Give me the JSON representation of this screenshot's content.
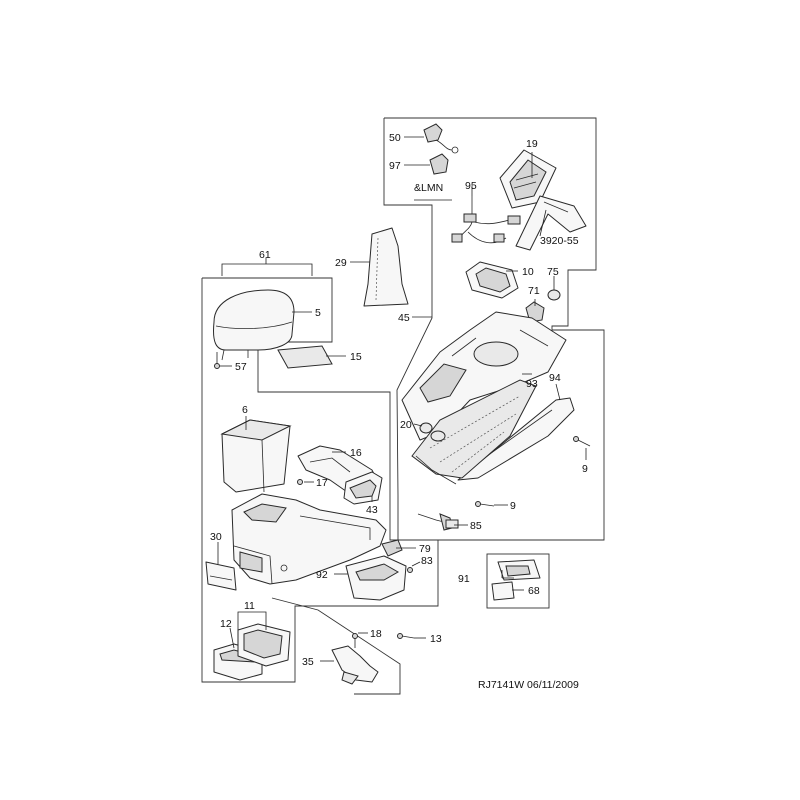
{
  "diagram": {
    "callouts": {
      "c50": "50",
      "c97": "97",
      "c_lmn": "&LMN",
      "c95": "95",
      "c19": "19",
      "c3920": "3920-55",
      "c29": "29",
      "c10": "10",
      "c75": "75",
      "c71": "71",
      "c61": "61",
      "c5": "5",
      "c45": "45",
      "c57": "57",
      "c15": "15",
      "c93": "93",
      "c94": "94",
      "c20": "20",
      "c6": "6",
      "c16": "16",
      "c9a": "9",
      "c17": "17",
      "c43": "43",
      "c9b": "9",
      "c85": "85",
      "c30": "30",
      "c79": "79",
      "c83": "83",
      "c92": "92",
      "c91": "91",
      "c68": "68",
      "c11": "11",
      "c12": "12",
      "c18": "18",
      "c13": "13",
      "c35": "35"
    },
    "reference": "RJ7141W  06/11/2009"
  }
}
